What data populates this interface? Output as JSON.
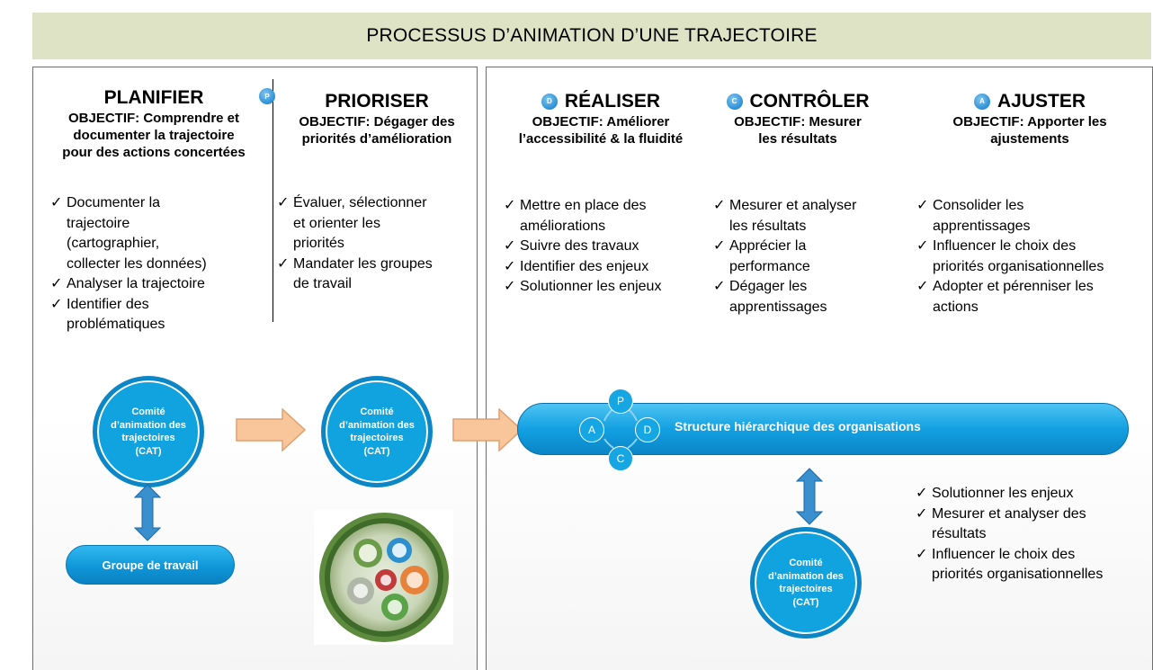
{
  "title": "PROCESSUS D’ANIMATION D’UNE TRAJECTOIRE",
  "colors": {
    "title_bg": "#dde3c4",
    "circle_fill": "#11a3e0",
    "arrow_fill": "#f9c59b",
    "double_arrow_fill": "#3a8fcf",
    "accent_blue": "#0b86c6"
  },
  "columns": {
    "planifier": {
      "label": "PLANIFIER",
      "objective_line1": "OBJECTIF: Comprendre et",
      "objective_line2": "documenter la trajectoire",
      "objective_line3": "pour des actions concertées",
      "items": [
        "Documenter la",
        "trajectoire",
        "(cartographier,",
        "collecter les données)",
        "Analyser la trajectoire",
        "Identifier des",
        "problématiques"
      ]
    },
    "prioriser": {
      "badge": "P",
      "label": "PRIORISER",
      "objective_line1": "OBJECTIF: Dégager des",
      "objective_line2": "priorités d’amélioration",
      "items": [
        "Évaluer, sélectionner",
        "et orienter les",
        "priorités",
        "Mandater les groupes",
        "de travail"
      ]
    },
    "realiser": {
      "badge": "D",
      "label": "RÉALISER",
      "objective_prefix": "OBJECTIF",
      "objective_rest1": ": Améliorer",
      "objective_line2": "l’accessibilité & la fluidité",
      "items": [
        "Mettre en place des",
        "améliorations",
        "Suivre des travaux",
        "Identifier des enjeux",
        "Solutionner les enjeux"
      ]
    },
    "controler": {
      "badge": "C",
      "label": "CONTRÔLER",
      "objective_prefix": "OBJECTIF",
      "objective_rest1": ": Mesurer",
      "objective_line2": "les résultats",
      "items": [
        "Mesurer et analyser",
        "les résultats",
        "Apprécier la",
        "performance",
        "Dégager les",
        "apprentissages"
      ]
    },
    "ajuster": {
      "badge": "A",
      "label": "AJUSTER",
      "objective_prefix": "OBJECTIF",
      "objective_rest1": ": Apporter les",
      "objective_line2": "ajustements",
      "items": [
        "Consolider les",
        "apprentissages",
        "Influencer le choix des",
        "priorités organisationnelles",
        "Adopter et pérenniser les",
        "actions"
      ]
    }
  },
  "cat_circle": {
    "line1": "Comité",
    "line2": "d’animation des",
    "line3": "trajectoires",
    "line4": "(CAT)"
  },
  "groupe_travail": "Groupe de travail",
  "structure": {
    "label": "Structure hiérarchique des organisations",
    "cycle": {
      "top": "P",
      "right": "D",
      "bottom": "C",
      "left": "A"
    }
  },
  "bottom_items": [
    "Solutionner les enjeux",
    "Mesurer et analyser des",
    "résultats",
    "Influencer le choix des",
    "priorités organisationnelles"
  ],
  "check": "✓"
}
